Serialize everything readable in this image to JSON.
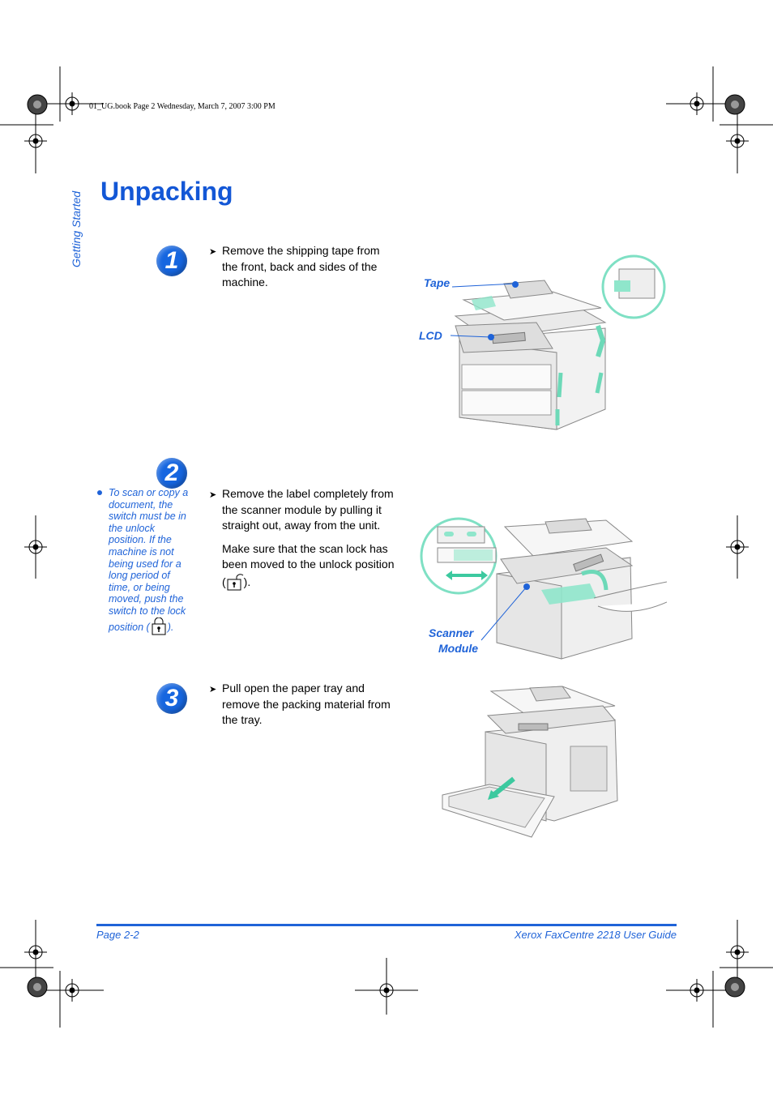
{
  "book_header": "01_UG.book  Page 2  Wednesday, March 7, 2007  3:00 PM",
  "side_tab": "Getting Started",
  "title": "Unpacking",
  "steps": [
    {
      "number": "1",
      "lines": [
        "Remove the shipping tape from the front, back and sides of the machine."
      ],
      "callouts": [
        "Tape",
        "LCD"
      ]
    },
    {
      "number": "2",
      "lines": [
        "Remove the label completely from the scanner module by pulling it straight out, away from the unit."
      ],
      "extra_before_icon": "Make sure that the scan lock has been moved to the unlock position (",
      "extra_after_icon": ").",
      "callouts": [
        "Scanner",
        "Module"
      ]
    },
    {
      "number": "3",
      "lines": [
        "Pull open the paper tray and remove the packing material from the tray."
      ]
    }
  ],
  "note": {
    "before_icon": "To scan or copy a document, the switch must be in the unlock position. If the machine is not being used for a long period of time, or being moved, push the switch to the lock position (",
    "after_icon": ")."
  },
  "footer": {
    "left": "Page 2-2",
    "right": "Xerox FaxCentre 2218 User Guide"
  },
  "icons": {
    "unlock": "unlock-icon",
    "lock": "lock-icon",
    "registration": "registration-mark-icon"
  },
  "colors": {
    "accent": "#1f63d8",
    "tape": "#7fe0c4"
  }
}
